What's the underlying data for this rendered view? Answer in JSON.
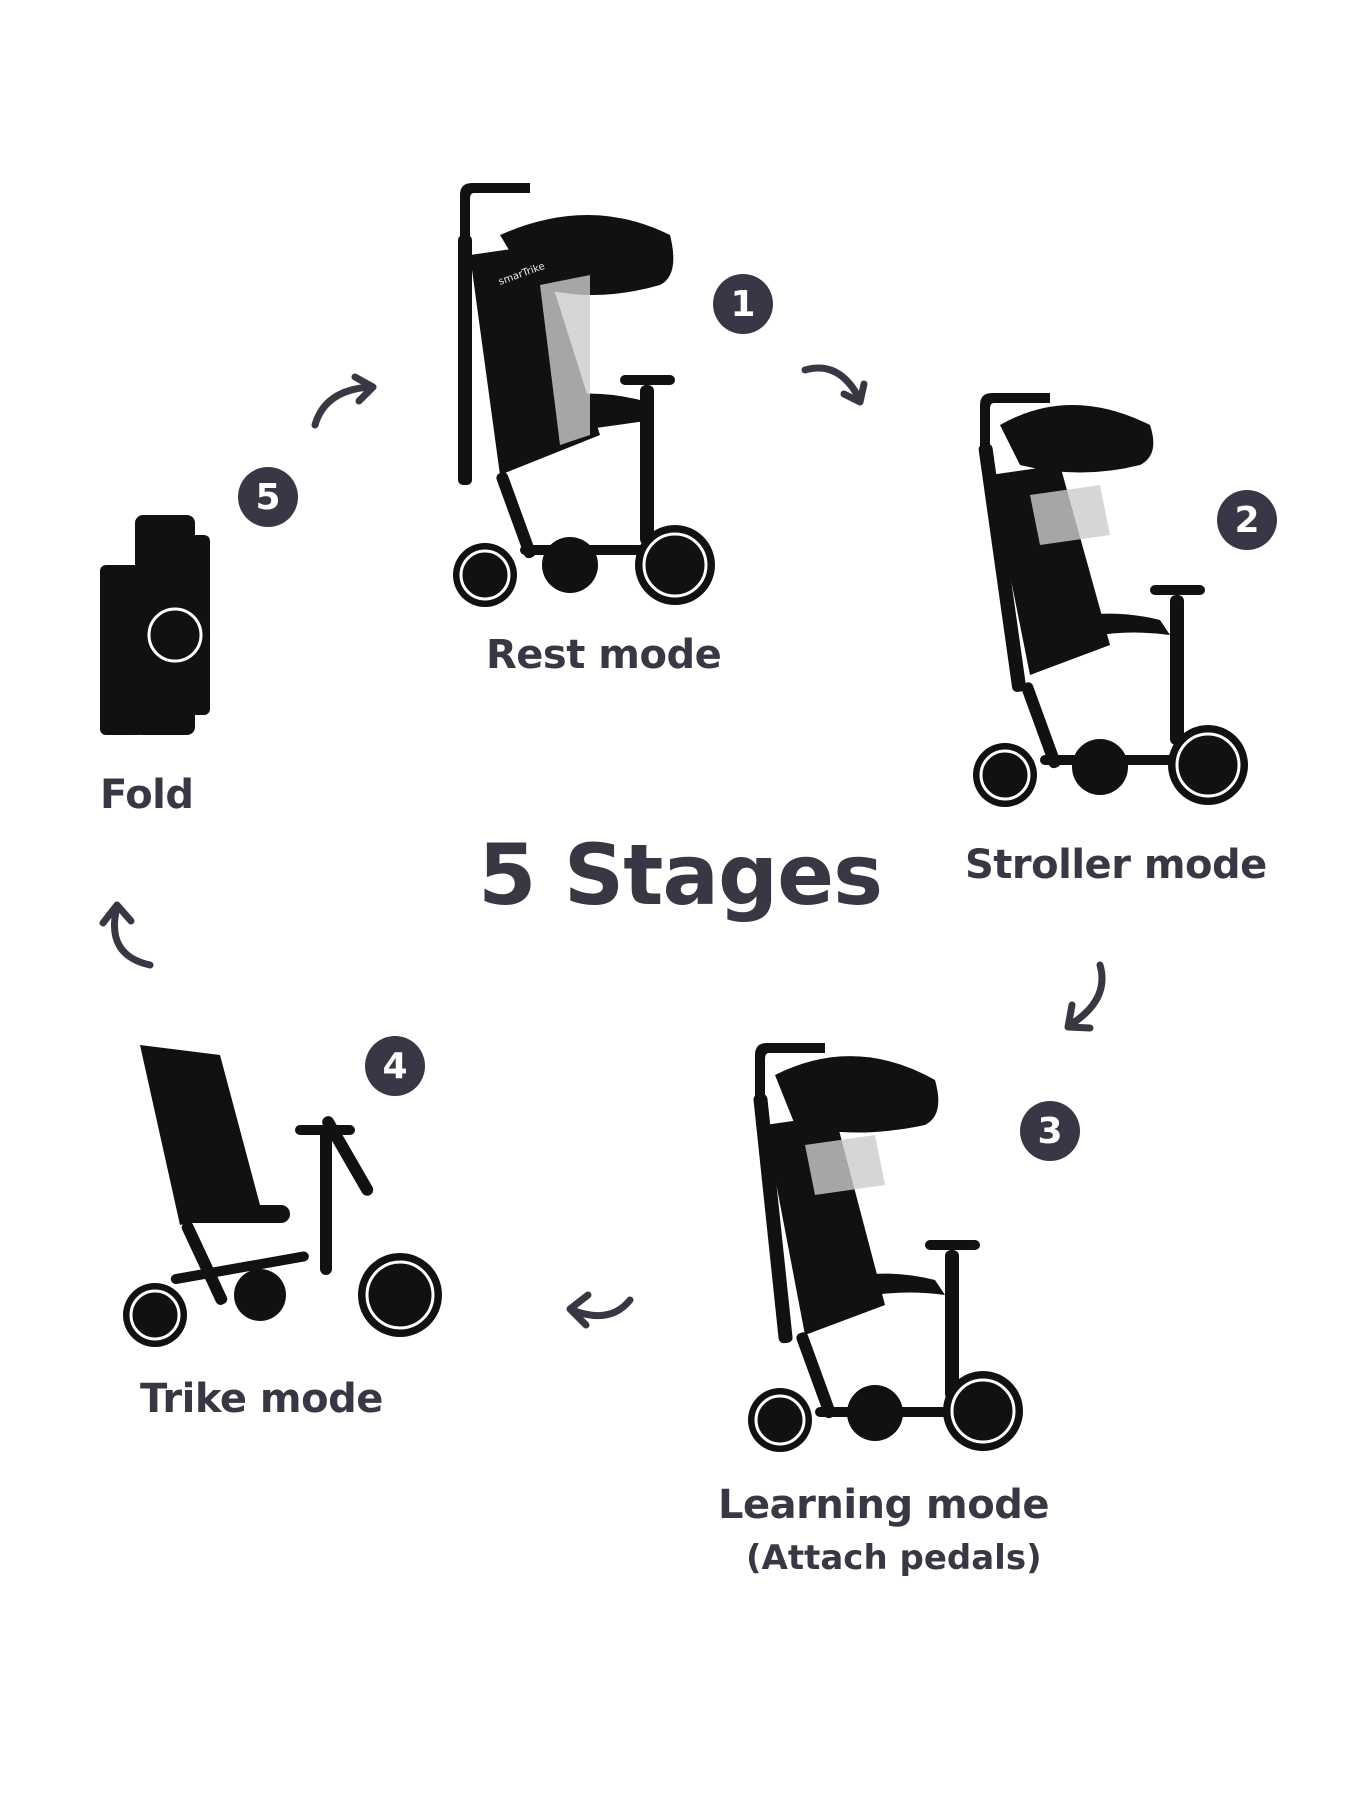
{
  "title": "5 Stages",
  "brand": "smarTrike",
  "colors": {
    "text": "#383845",
    "badge": "#373745",
    "product": "#111111"
  },
  "stages": [
    {
      "number": "1",
      "label": "Rest mode",
      "sublabel": ""
    },
    {
      "number": "2",
      "label": "Stroller mode",
      "sublabel": ""
    },
    {
      "number": "3",
      "label": "Learning mode",
      "sublabel": "(Attach pedals)"
    },
    {
      "number": "4",
      "label": "Trike mode",
      "sublabel": ""
    },
    {
      "number": "5",
      "label": "Fold",
      "sublabel": ""
    }
  ],
  "arrows": [
    "curved-arrow-icon",
    "curved-arrow-icon",
    "curved-arrow-icon",
    "curved-arrow-icon",
    "curved-arrow-icon"
  ]
}
